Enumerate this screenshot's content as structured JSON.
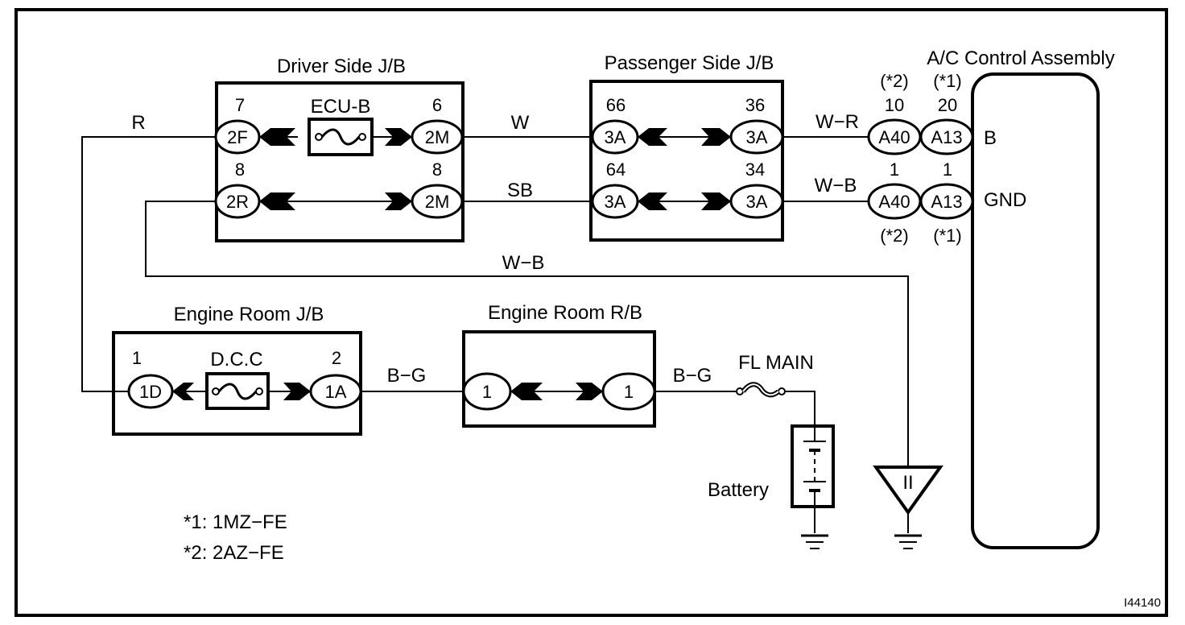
{
  "figure_id": "I44140",
  "colors": {
    "ink": "#000000",
    "background": "#ffffff"
  },
  "components": {
    "driver_jb": {
      "title": "Driver Side J/B",
      "fuse": "ECU-B",
      "left_top": {
        "pin": "7",
        "connector": "2F"
      },
      "left_bottom": {
        "pin": "8",
        "connector": "2R"
      },
      "right_top": {
        "pin": "6",
        "connector": "2M"
      },
      "right_bottom": {
        "pin": "8",
        "connector": "2M"
      }
    },
    "passenger_jb": {
      "title": "Passenger Side J/B",
      "left_top": {
        "pin": "66",
        "connector": "3A"
      },
      "left_bottom": {
        "pin": "64",
        "connector": "3A"
      },
      "right_top": {
        "pin": "36",
        "connector": "3A"
      },
      "right_bottom": {
        "pin": "34",
        "connector": "3A"
      }
    },
    "ac_control": {
      "title": "A/C Control Assembly",
      "top_note_a40": "(*2)",
      "top_note_a13": "(*1)",
      "b_row": {
        "pin_a40": "10",
        "pin_a13": "20",
        "conn_a40": "A40",
        "conn_a13": "A13",
        "terminal": "B"
      },
      "gnd_row": {
        "pin_a40": "1",
        "pin_a13": "1",
        "conn_a40": "A40",
        "conn_a13": "A13",
        "terminal": "GND"
      },
      "bottom_note_a40": "(*2)",
      "bottom_note_a13": "(*1)"
    },
    "engine_jb": {
      "title": "Engine Room J/B",
      "fuse": "D.C.C",
      "left": {
        "pin": "1",
        "connector": "1D"
      },
      "right": {
        "pin": "2",
        "connector": "1A"
      }
    },
    "engine_rb": {
      "title": "Engine Room R/B",
      "left": {
        "connector": "1"
      },
      "right": {
        "connector": "1"
      }
    },
    "fl_main": {
      "label": "FL MAIN"
    },
    "battery": {
      "label": "Battery"
    },
    "ground_point": {
      "label": "II"
    }
  },
  "wires": {
    "r": "R",
    "w": "W",
    "sb": "SB",
    "w_r": "W−R",
    "w_b_top": "W−B",
    "w_b_ground": "W−B",
    "b_g_1": "B−G",
    "b_g_2": "B−G"
  },
  "legend": [
    "*1: 1MZ−FE",
    "*2: 2AZ−FE"
  ]
}
